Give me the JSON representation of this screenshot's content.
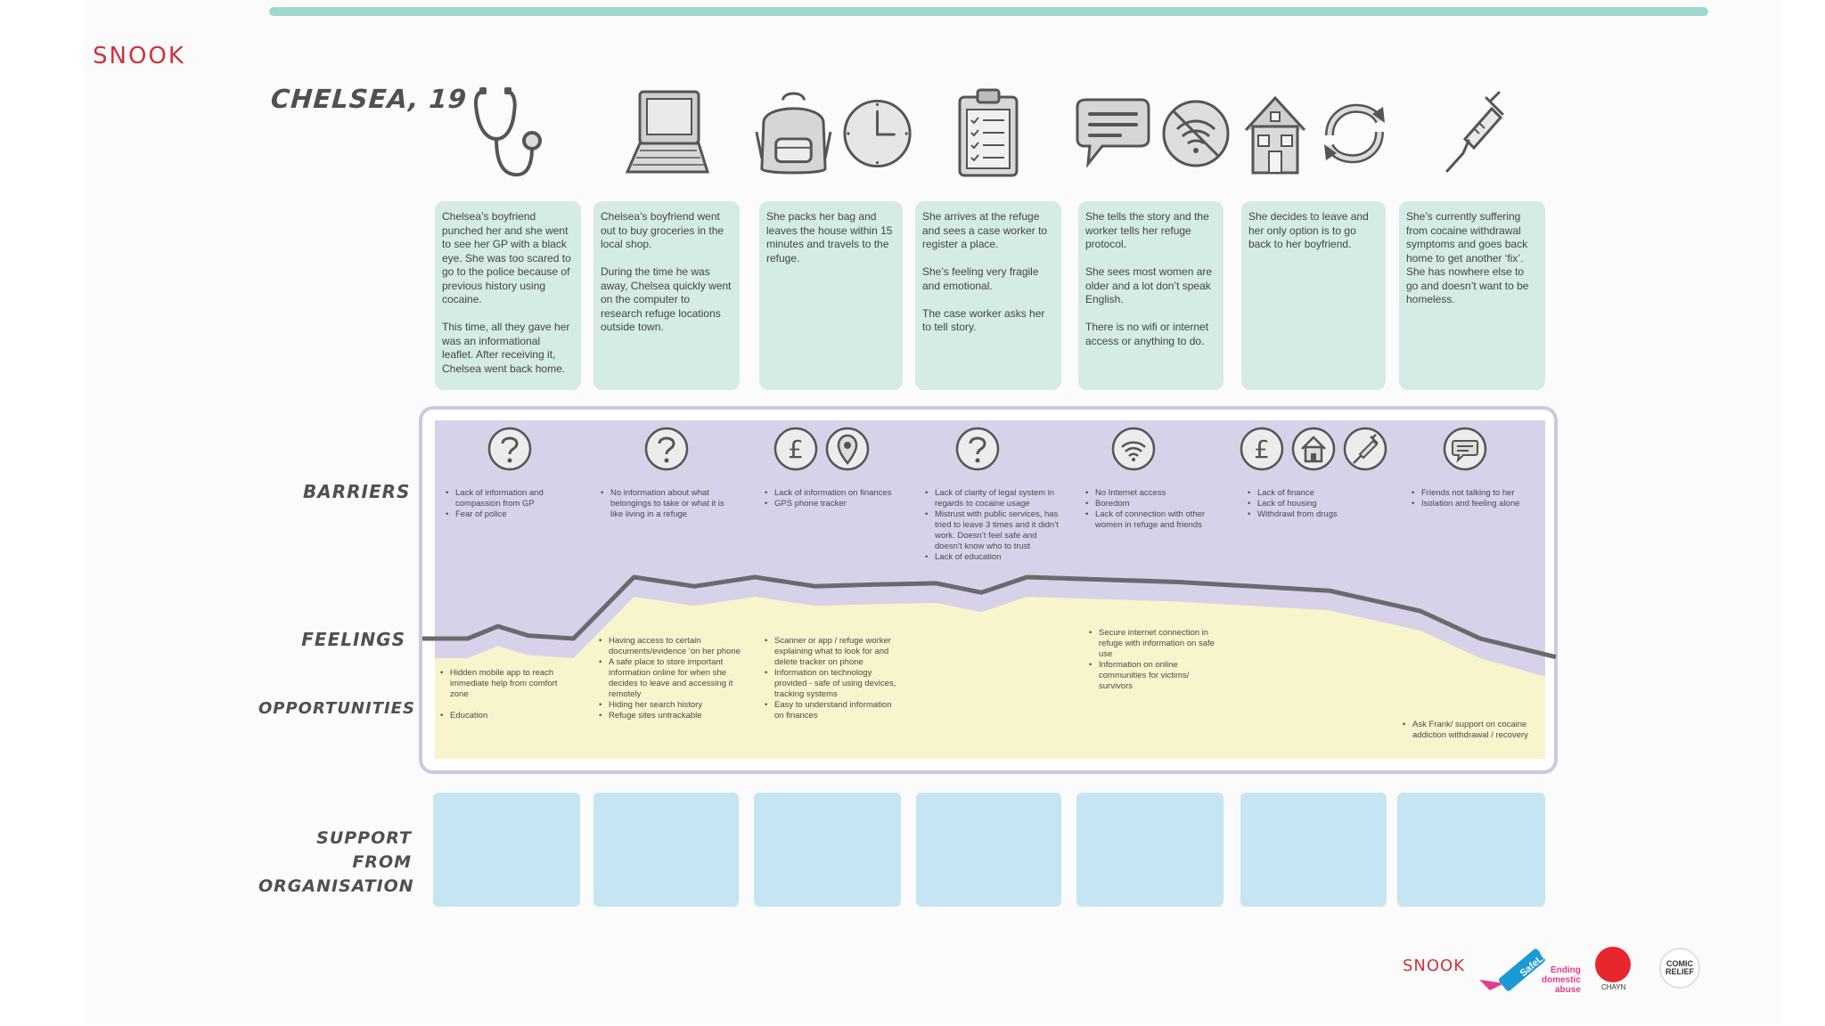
{
  "brand": {
    "logo": "SNOOK",
    "accent": "#d0323c"
  },
  "persona": "CHELSEA, 19",
  "labels": {
    "barriers": "BARRIERS",
    "feelings": "FEELINGS",
    "opportunities": "OPPORTUNITIES",
    "support_line1": "SUPPORT FROM",
    "support_line2": "ORGANISATION"
  },
  "colors": {
    "top_bar": "#9fd6d0",
    "story_card": "#d4ebe6",
    "barriers_fill": "#d7d1e9",
    "opportunities_fill": "#f8f4cc",
    "frame_border": "#cfc8e2",
    "support_box": "#c6e5f3",
    "feelings_line": "#6a6a6a"
  },
  "stages": [
    {
      "icons": [
        "stethoscope-icon"
      ],
      "story": "Chelsea’s boyfriend punched her and she went to see her GP with a black eye. She was too scared to go to the police because of previous history using cocaine.\n\nThis time, all they gave her was an informational leaflet. After receiving it, Chelsea went back home.",
      "barrier_icons": [
        "question-icon"
      ],
      "barriers": [
        "Lack of information and compassion from GP",
        "Fear of police"
      ],
      "opportunities": [
        "Hidden mobile app to reach immediate help from comfort zone",
        "Education"
      ]
    },
    {
      "icons": [
        "laptop-icon"
      ],
      "story": "Chelsea’s boyfriend went out to buy groceries in the local shop.\n\nDuring the time he was away, Chelsea quickly went on the computer to research refuge locations outside town.",
      "barrier_icons": [
        "question-icon"
      ],
      "barriers": [
        "No information about what belongings to take or what it is like living in a refuge"
      ],
      "opportunities": [
        "Having access to certain documents/evidence ‘on her phone",
        "A safe place to store important information online for when she decides to leave and accessing it remotely",
        "Hiding her search history",
        "Refuge sites untrackable"
      ]
    },
    {
      "icons": [
        "backpack-icon",
        "clock-icon"
      ],
      "story": "She packs her bag and leaves the house within 15 minutes and travels to the refuge.",
      "barrier_icons": [
        "pound-icon",
        "location-pin-icon"
      ],
      "barriers": [
        "Lack of information on finances",
        "GPS phone tracker"
      ],
      "opportunities": [
        "Scanner or app / refuge worker explaining what to look for and delete tracker on phone",
        "Information on technology provided - safe of using devices, tracking systems",
        "Easy to understand information on finances"
      ]
    },
    {
      "icons": [
        "clipboard-icon"
      ],
      "story": "She arrives at the refuge and sees a case worker to register a place.\n\nShe’s feeling very fragile and emotional.\n\nThe case worker asks her to tell story.",
      "barrier_icons": [
        "question-icon"
      ],
      "barriers": [
        "Lack of clarity of legal system in regards to cocaine usage",
        "Mistrust with public services, has tried to leave 3 times and it didn’t work. Doesn’t feel safe and doesn’t know who to trust",
        "Lack of education"
      ],
      "opportunities": []
    },
    {
      "icons": [
        "speech-bubble-icon",
        "no-wifi-icon"
      ],
      "story": "She tells the story and the worker tells her refuge protocol.\n\nShe sees most women are older and a lot don’t speak English.\n\nThere is no wifi or internet access or anything to do.",
      "barrier_icons": [
        "wifi-icon"
      ],
      "barriers": [
        "No Internet access",
        "Boredom",
        "Lack of connection with other women in refuge and friends"
      ],
      "opportunities": [
        "Secure internet connection in refuge with information on safe use",
        "Information on online communities for victims/ survivors"
      ]
    },
    {
      "icons": [
        "house-icon",
        "cycle-arrows-icon"
      ],
      "story": "She decides to leave and her only option is to go back to her boyfriend.",
      "barrier_icons": [
        "pound-icon",
        "house-icon",
        "syringe-icon"
      ],
      "barriers": [
        "Lack of finance",
        "Lack of housing",
        "Withdrawl from drugs"
      ],
      "opportunities": []
    },
    {
      "icons": [
        "syringe-icon"
      ],
      "story": "She’s currently suffering from cocaine withdrawal symptoms and goes back home to get another ‘fix’. She has nowhere else to go and doesn’t want to be homeless.",
      "barrier_icons": [
        "speech-bubble-icon"
      ],
      "barriers": [
        "Friends not talking to her",
        "Isolation and feeling alone"
      ],
      "opportunities": [
        "Ask Frank/ support on cocaine addiction withdrawal / recovery"
      ]
    }
  ],
  "feelings_line": {
    "description_points": [
      [
        0,
        0.0
      ],
      [
        0.3,
        0.0
      ],
      [
        0.5,
        0.2
      ],
      [
        0.7,
        0.05
      ],
      [
        1.0,
        0.0
      ],
      [
        1.4,
        1.0
      ],
      [
        1.8,
        0.85
      ],
      [
        2.2,
        1.0
      ],
      [
        2.6,
        0.85
      ],
      [
        3.0,
        0.88
      ],
      [
        3.4,
        0.9
      ],
      [
        3.7,
        0.75
      ],
      [
        4.0,
        1.0
      ],
      [
        5.0,
        0.92
      ],
      [
        6.0,
        0.78
      ],
      [
        6.6,
        0.45
      ],
      [
        7.0,
        0.0
      ],
      [
        7.5,
        -0.3
      ]
    ]
  },
  "partners": {
    "snook": "SNOOK",
    "safelives": "SafeLives",
    "safelives_tagline": "Ending\ndomestic\nabuse",
    "chayn": "CHAYN",
    "comic_relief": "COMIC\nRELIEF"
  }
}
